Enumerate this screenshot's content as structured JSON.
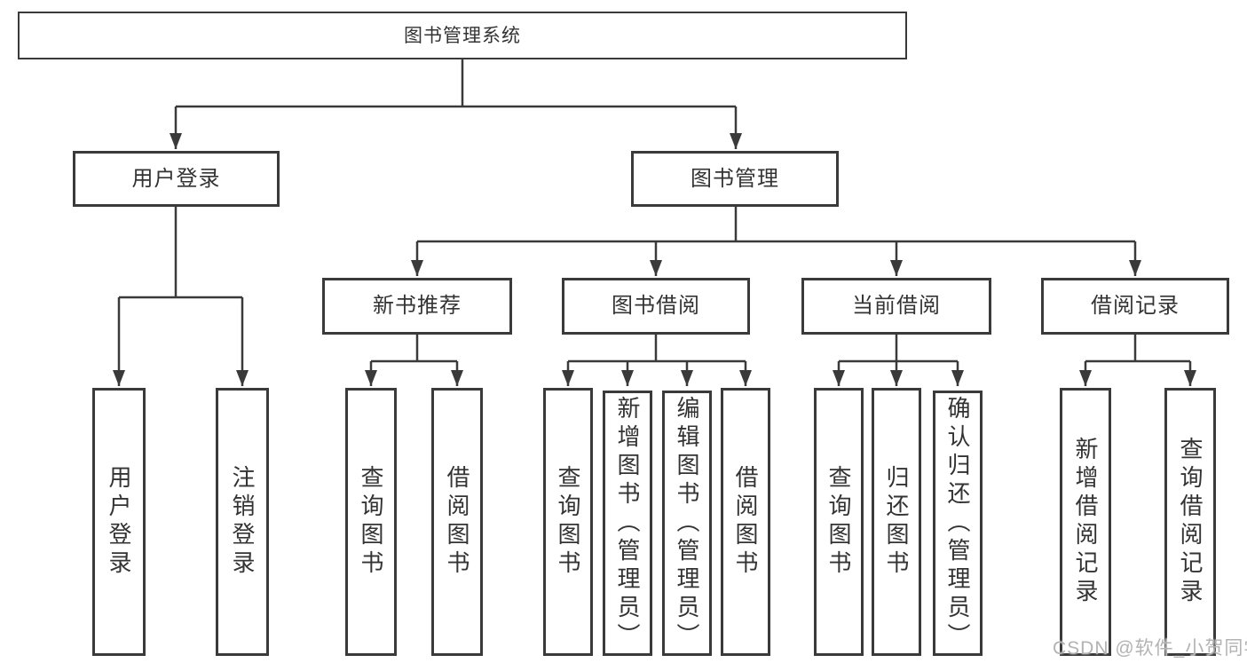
{
  "diagram": {
    "root": "图书管理系统",
    "level2": [
      "用户登录",
      "图书管理"
    ],
    "level3": [
      "新书推荐",
      "图书借阅",
      "当前借阅",
      "借阅记录"
    ],
    "leaves": [
      "用户登录",
      "注销登录",
      "查询图书",
      "借阅图书",
      "查询图书",
      "新增图书（管理员）",
      "编辑图书（管理员）",
      "借阅图书",
      "查询图书",
      "归还图书",
      "确认归还（管理员）",
      "新增借阅记录",
      "查询借阅记录"
    ]
  },
  "watermark": "CSDN @软件_小贺同学",
  "colors": {
    "line": "#3a3a3a",
    "border": "#3a3a3a",
    "text": "#333333",
    "watermark": "#b3b3b3",
    "background": "#ffffff"
  }
}
